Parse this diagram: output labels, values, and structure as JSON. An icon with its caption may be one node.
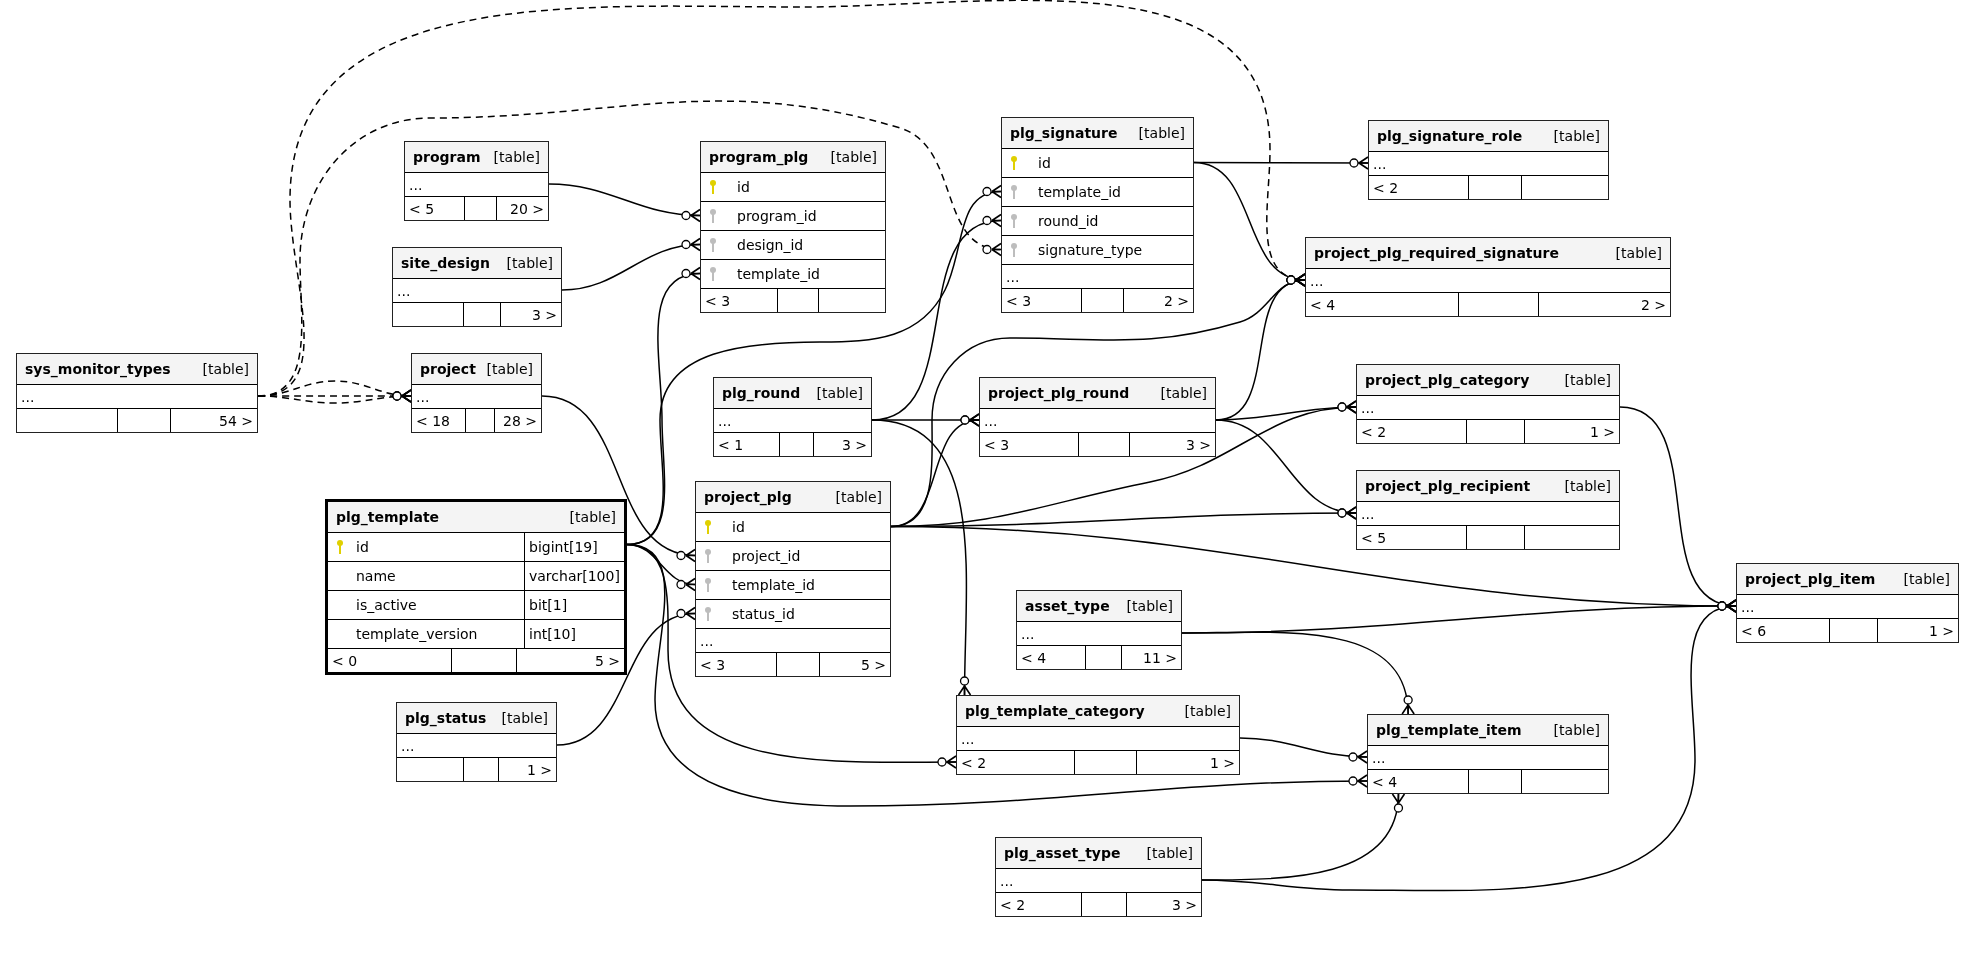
{
  "diagram": {
    "nodes": [
      {
        "text": [
          "program",
          "[table]",
          "...",
          "< 5",
          "20 >"
        ]
      },
      {
        "text": [
          "program_plg",
          "[table]",
          "id",
          "program_id",
          "design_id",
          "template_id",
          "< 3"
        ]
      },
      {
        "text": [
          "plg_signature",
          "[table]",
          "id",
          "template_id",
          "round_id",
          "signature_type",
          "...",
          "< 3",
          "2 >"
        ]
      },
      {
        "text": [
          "plg_signature_role",
          "[table]",
          "...",
          "< 2"
        ]
      },
      {
        "text": [
          "site_design",
          "[table]",
          "...",
          "3 >"
        ]
      },
      {
        "text": [
          "project_plg_required_signature",
          "[table]",
          "...",
          "< 4",
          "2 >"
        ]
      },
      {
        "text": [
          "sys_monitor_types",
          "[table]",
          "...",
          "54 >"
        ]
      },
      {
        "text": [
          "project",
          "[table]",
          "...",
          "< 18",
          "28 >"
        ]
      },
      {
        "text": [
          "plg_round",
          "[table]",
          "...",
          "< 1",
          "3 >"
        ]
      },
      {
        "text": [
          "project_plg_round",
          "[table]",
          "...",
          "< 3",
          "3 >"
        ]
      },
      {
        "text": [
          "project_plg_category",
          "[table]",
          "...",
          "< 2",
          "1 >"
        ]
      },
      {
        "text": [
          "plg_template",
          "[table]",
          "id",
          "bigint[19]",
          "name",
          "varchar[100]",
          "is_active",
          "bit[1]",
          "template_version",
          "int[10]",
          "< 0",
          "5 >"
        ]
      },
      {
        "text": [
          "project_plg",
          "[table]",
          "id",
          "project_id",
          "template_id",
          "status_id",
          "...",
          "< 3",
          "5 >"
        ]
      },
      {
        "text": [
          "project_plg_recipient",
          "[table]",
          "...",
          "< 5"
        ]
      },
      {
        "text": [
          "project_plg_item",
          "[table]",
          "...",
          "< 6",
          "1 >"
        ]
      },
      {
        "text": [
          "asset_type",
          "[table]",
          "...",
          "< 4",
          "11 >"
        ]
      },
      {
        "text": [
          "plg_template_category",
          "[table]",
          "...",
          "< 2",
          "1 >"
        ]
      },
      {
        "text": [
          "plg_template_item",
          "[table]",
          "...",
          "< 4"
        ]
      },
      {
        "text": [
          "plg_status",
          "[table]",
          "...",
          "1 >"
        ]
      },
      {
        "text": [
          "plg_asset_type",
          "[table]",
          "...",
          "< 2",
          "3 >"
        ]
      }
    ],
    "edges": [
      {
        "from": 0,
        "to": 1,
        "arrow": "other"
      },
      {
        "from": 4,
        "to": 1,
        "arrow": "other"
      },
      {
        "from": 11,
        "to": 1,
        "arrow": "other"
      },
      {
        "from": 11,
        "to": 2,
        "arrow": "other"
      },
      {
        "from": 8,
        "to": 2,
        "arrow": "other"
      },
      {
        "from": 6,
        "to": 2,
        "arrow": "other",
        "style": "dashed"
      },
      {
        "from": 6,
        "to": 7,
        "arrow": "other",
        "style": "dashed"
      },
      {
        "from": 6,
        "to": 7,
        "arrow": "other",
        "style": "dashed"
      },
      {
        "from": 6,
        "to": 7,
        "arrow": "other",
        "style": "dashed"
      },
      {
        "from": 6,
        "to": 5,
        "arrow": "other",
        "style": "dashed"
      },
      {
        "from": 2,
        "to": 3,
        "arrow": "other"
      },
      {
        "from": 2,
        "to": 5,
        "arrow": "other"
      },
      {
        "from": 12,
        "to": 5,
        "arrow": "other"
      },
      {
        "from": 12,
        "to": 9,
        "arrow": "other"
      },
      {
        "from": 8,
        "to": 9,
        "arrow": "other"
      },
      {
        "from": 9,
        "to": 5,
        "arrow": "other"
      },
      {
        "from": 9,
        "to": 10,
        "arrow": "other"
      },
      {
        "from": 9,
        "to": 13,
        "arrow": "other"
      },
      {
        "from": 12,
        "to": 10,
        "arrow": "other"
      },
      {
        "from": 12,
        "to": 13,
        "arrow": "other"
      },
      {
        "from": 12,
        "to": 14,
        "arrow": "other"
      },
      {
        "from": 10,
        "to": 14,
        "arrow": "other"
      },
      {
        "from": 15,
        "to": 14,
        "arrow": "other"
      },
      {
        "from": 19,
        "to": 14,
        "arrow": "other"
      },
      {
        "from": 15,
        "to": 17,
        "arrow": "other"
      },
      {
        "from": 19,
        "to": 17,
        "arrow": "other"
      },
      {
        "from": 16,
        "to": 17,
        "arrow": "other"
      },
      {
        "from": 11,
        "to": 17,
        "arrow": "other"
      },
      {
        "from": 11,
        "to": 16,
        "arrow": "other"
      },
      {
        "from": 8,
        "to": 16,
        "arrow": "other"
      },
      {
        "from": 7,
        "to": 12,
        "arrow": "other"
      },
      {
        "from": 11,
        "to": 12,
        "arrow": "other"
      },
      {
        "from": 18,
        "to": 12,
        "arrow": "other"
      }
    ]
  }
}
